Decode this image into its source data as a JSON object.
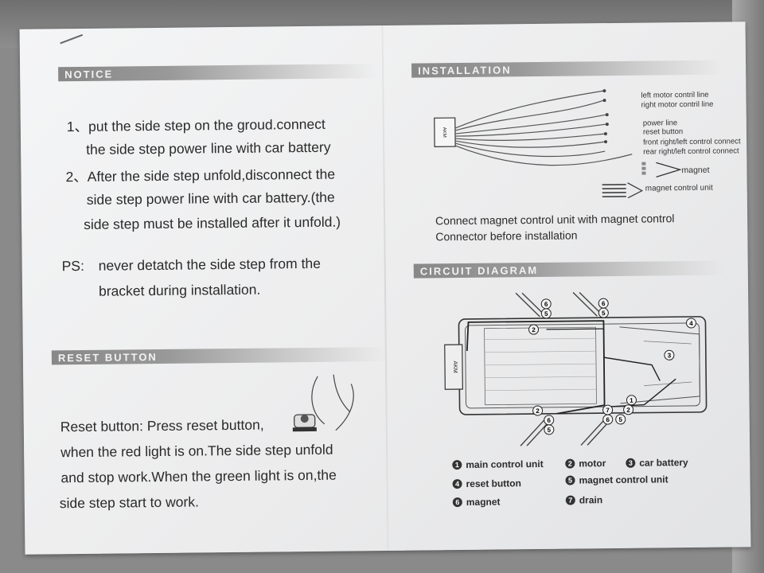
{
  "notice": {
    "header": "NOTICE",
    "lines": [
      "1、put the side step on the groud.connect",
      "the side step power line with car battery",
      "2、After the side step unfold,disconnect the",
      "side step power line with car battery.(the",
      "side step must be installed after it unfold.)"
    ],
    "ps_label": "PS:",
    "ps_lines": [
      "never detatch the side step from the",
      "bracket during installation."
    ]
  },
  "reset": {
    "header": "RESET BUTTON",
    "lines": [
      "Reset button: Press reset button,",
      "when the red light is on.The side step unfold",
      "and stop work.When the green light is on,the",
      "side step start to work."
    ]
  },
  "installation": {
    "header": "INSTALLATION",
    "wire_labels": [
      "left motor contril line",
      "right motor contril line",
      "power line",
      "reset button",
      "front right/left control connect",
      "rear right/left control connect",
      "magnet",
      "magnet control unit"
    ],
    "caption_lines": [
      "Connect magnet control unit with magnet control",
      "Connector before installation"
    ]
  },
  "circuit": {
    "header": "CIRCUIT DIAGRAM",
    "legend": [
      {
        "num": "1",
        "label": "main control unit"
      },
      {
        "num": "2",
        "label": "motor"
      },
      {
        "num": "3",
        "label": "car battery"
      },
      {
        "num": "4",
        "label": "reset button"
      },
      {
        "num": "5",
        "label": "magnet control unit"
      },
      {
        "num": "6",
        "label": "magnet"
      },
      {
        "num": "7",
        "label": "drain"
      }
    ]
  }
}
